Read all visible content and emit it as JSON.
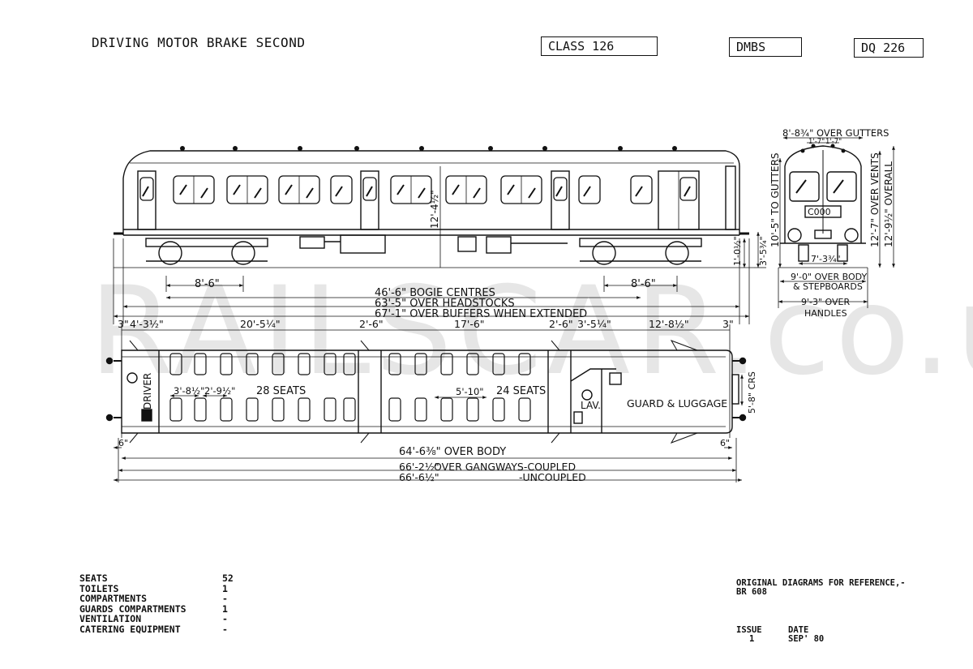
{
  "header": {
    "title": "DRIVING MOTOR BRAKE SECOND",
    "class_label": "CLASS 126",
    "type_code": "DMBS",
    "diagram_no": "DQ 226"
  },
  "watermark": "RAILSCAR.co.uk",
  "side_elevation": {
    "height_label": "12'-4½\"",
    "bogie_left": "8'-6\"",
    "bogie_right": "8'-6\"",
    "bogie_centres": "46'-6\" BOGIE CENTRES",
    "over_headstocks": "63'-5\" OVER HEADSTOCKS",
    "over_buffers": "67'-1\" OVER BUFFERS WHEN EXTENDED",
    "step_height": "1'-0½\"",
    "floor_height": "3'-5¾\""
  },
  "end_elevation": {
    "over_gutters": "8'-8¾\" OVER GUTTERS",
    "gutter_inner": "1'-7\"",
    "gutter_inner_2": "1'-7\"",
    "to_gutters": "10'-5\" TO GUTTERS",
    "over_vents": "12'-7\" OVER VENTS",
    "overall": "12'-9½\" OVERALL",
    "track": "7'-3¾\"",
    "over_body_1": "9'-0\" OVER BODY",
    "over_body_2": "& STEPBOARDS",
    "over_handles_1": "9'-3\" OVER",
    "over_handles_2": "HANDLES",
    "headcode": "C000"
  },
  "plan": {
    "top_dims": [
      "3\"",
      "4'-3½\"",
      "20'-5¼\"",
      "2'-6\"",
      "17'-6\"",
      "2'-6\"",
      "3'-5¼\"",
      "12'-8½\"",
      "3\""
    ],
    "seats_1": "28 SEATS",
    "seats_2": "24 SEATS",
    "driver": "DRIVER",
    "lav": "LAV.",
    "guard": "GUARD & LUGGAGE",
    "seat_pitch_1": "3'-8½\"",
    "seat_pitch_2": "2'-9½\"",
    "bay_width": "5'-10\"",
    "crs": "5'-8\" CRS",
    "end_left": "6\"",
    "end_right": "6\"",
    "over_body": "64'-6⅜\" OVER BODY",
    "gangways_coupled_val": "66'-2½\"",
    "gangways_coupled_txt": "OVER GANGWAYS-COUPLED",
    "uncoupled_val": "66'-6½\"",
    "uncoupled_txt": "-UNCOUPLED"
  },
  "summary": [
    {
      "label": "SEATS",
      "value": "52"
    },
    {
      "label": "TOILETS",
      "value": "1"
    },
    {
      "label": "COMPARTMENTS",
      "value": "-"
    },
    {
      "label": "GUARDS COMPARTMENTS",
      "value": "1"
    },
    {
      "label": "VENTILATION",
      "value": "-"
    },
    {
      "label": "CATERING EQUIPMENT",
      "value": "-"
    }
  ],
  "reference": {
    "line1": "ORIGINAL DIAGRAMS FOR REFERENCE,-",
    "line2": "BR 608"
  },
  "issue": {
    "issue_label": "ISSUE",
    "date_label": "DATE",
    "issue_value": "1",
    "date_value": "SEP' 80"
  }
}
